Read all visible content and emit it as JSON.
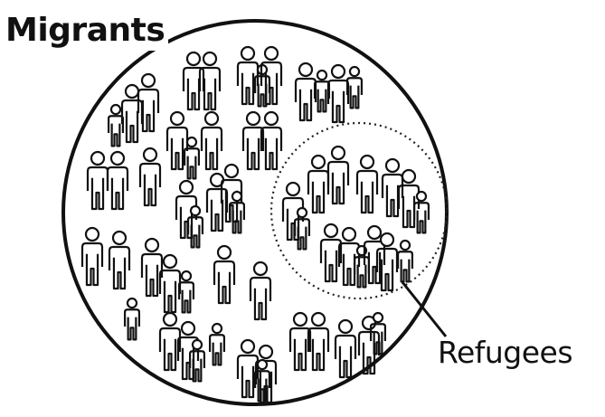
{
  "labels": {
    "outer": "Migrants",
    "inner": "Refugees"
  },
  "people": {
    "outside_refugee_circle": [
      {
        "kind": "adult"
      },
      {
        "kind": "adult"
      },
      {
        "kind": "adult"
      },
      {
        "kind": "child"
      },
      {
        "kind": "adult"
      },
      {
        "kind": "adult"
      },
      {
        "kind": "child"
      },
      {
        "kind": "adult"
      },
      {
        "kind": "child"
      },
      {
        "kind": "child"
      },
      {
        "kind": "adult"
      },
      {
        "kind": "adult"
      },
      {
        "kind": "adult"
      },
      {
        "kind": "child"
      },
      {
        "kind": "adult"
      },
      {
        "kind": "adult"
      },
      {
        "kind": "adult"
      },
      {
        "kind": "adult"
      },
      {
        "kind": "adult"
      },
      {
        "kind": "adult"
      },
      {
        "kind": "adult"
      },
      {
        "kind": "child"
      },
      {
        "kind": "adult"
      },
      {
        "kind": "adult"
      },
      {
        "kind": "child"
      },
      {
        "kind": "adult"
      },
      {
        "kind": "adult"
      },
      {
        "kind": "adult"
      },
      {
        "kind": "adult"
      },
      {
        "kind": "child"
      },
      {
        "kind": "adult"
      },
      {
        "kind": "adult"
      },
      {
        "kind": "child"
      },
      {
        "kind": "adult"
      },
      {
        "kind": "adult"
      },
      {
        "kind": "child"
      },
      {
        "kind": "child"
      },
      {
        "kind": "adult"
      },
      {
        "kind": "adult"
      },
      {
        "kind": "child"
      },
      {
        "kind": "adult"
      },
      {
        "kind": "adult"
      },
      {
        "kind": "adult"
      },
      {
        "kind": "adult"
      },
      {
        "kind": "child"
      }
    ],
    "inside_refugee_circle": [
      {
        "kind": "adult"
      },
      {
        "kind": "child"
      },
      {
        "kind": "adult"
      },
      {
        "kind": "adult"
      },
      {
        "kind": "adult"
      },
      {
        "kind": "adult"
      },
      {
        "kind": "adult"
      },
      {
        "kind": "child"
      },
      {
        "kind": "adult"
      },
      {
        "kind": "adult"
      },
      {
        "kind": "child"
      },
      {
        "kind": "adult"
      },
      {
        "kind": "adult"
      },
      {
        "kind": "child"
      }
    ]
  }
}
